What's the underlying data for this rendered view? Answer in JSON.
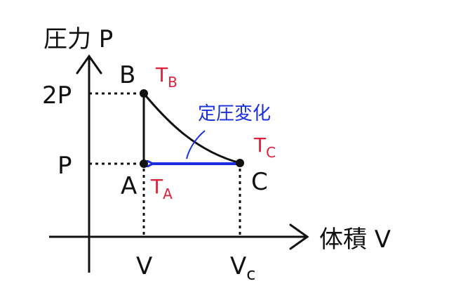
{
  "axes": {
    "y_label": "圧力 P",
    "x_label": "体積 V",
    "y_ticks": [
      "2P",
      "P"
    ],
    "x_ticks": [
      {
        "main": "V",
        "sub": ""
      },
      {
        "main": "V",
        "sub": "c"
      }
    ]
  },
  "points": {
    "B": {
      "label": "B",
      "temp_main": "T",
      "temp_sub": "B"
    },
    "A": {
      "label": "A",
      "temp_main": "T",
      "temp_sub": "A"
    },
    "C": {
      "label": "C",
      "temp_main": "T",
      "temp_sub": "C"
    }
  },
  "annotation": "定圧変化",
  "colors": {
    "ink": "#111111",
    "temperature": "#e0203a",
    "process": "#1a2fe0"
  }
}
